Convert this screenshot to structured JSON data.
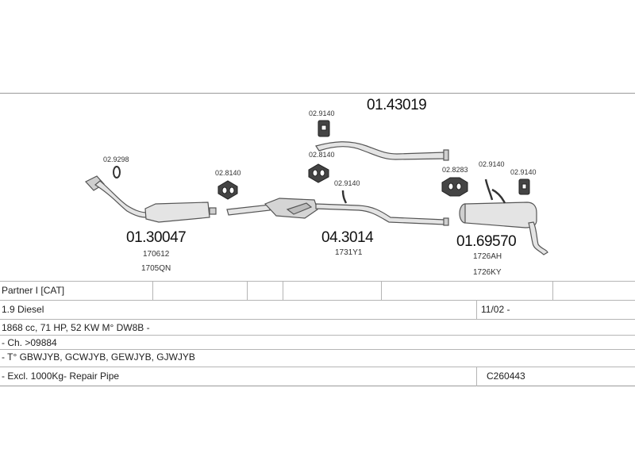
{
  "diagram": {
    "assembly_number": "01.43019",
    "parts": [
      {
        "number": "01.30047",
        "refs": [
          "170612",
          "1705QN"
        ]
      },
      {
        "number": "04.3014",
        "refs": [
          "1731Y1"
        ]
      },
      {
        "number": "01.69570",
        "refs": [
          "1726AH",
          "1726KY"
        ]
      }
    ],
    "clamps": [
      "02.9298",
      "02.8140",
      "02.9140",
      "02.8140",
      "02.9140",
      "02.8283",
      "02.9140",
      "02.9140"
    ]
  },
  "table": {
    "model": "Partner I [CAT]",
    "engine": "1.9 Diesel",
    "date_range": "11/02 -",
    "engine_spec": "1868 cc, 71 HP, 52 KW M° DW8B -",
    "chassis": "- Ch. >09884",
    "types": "- T° GBWJYB, GCWJYB, GEWJYB, GJWJYB",
    "note": "- Excl. 1000Kg- Repair Pipe",
    "code": "C260443"
  },
  "colors": {
    "line": "#555555",
    "fill": "#e2e2e2",
    "dark": "#3a3a3a"
  }
}
